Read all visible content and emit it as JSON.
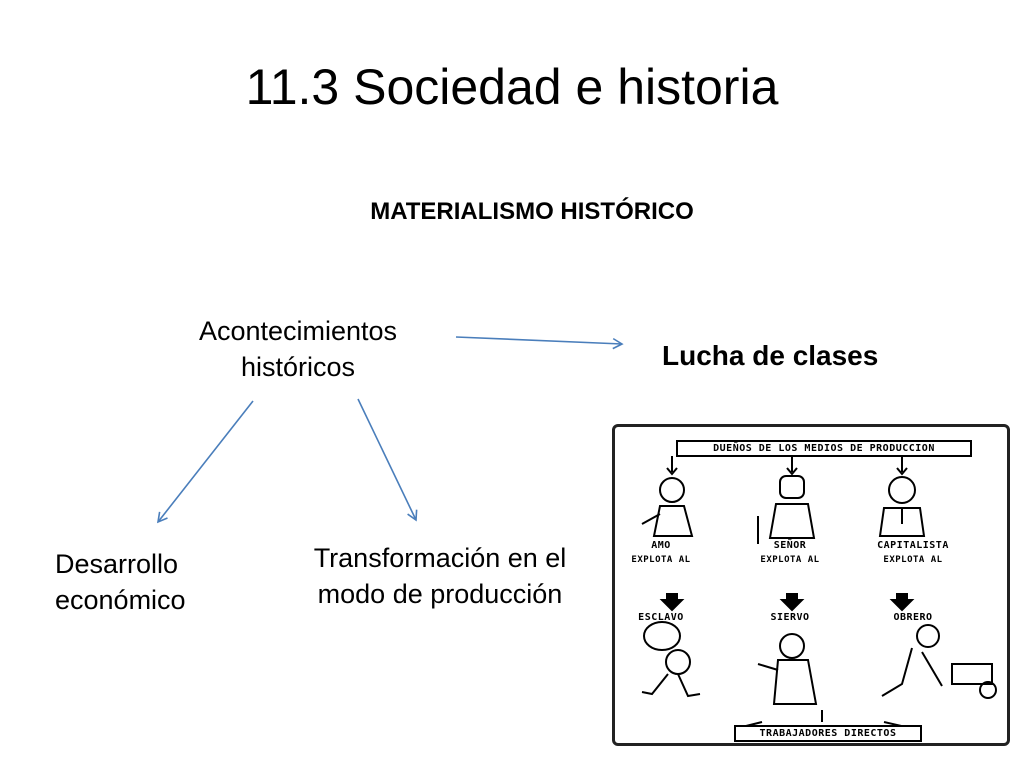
{
  "slide": {
    "title": "11.3 Sociedad e historia",
    "subtitle": "MATERIALISMO HISTÓRICO"
  },
  "diagram": {
    "center": "Acontecimientos históricos",
    "right": "Lucha de clases",
    "left_child": "Desarrollo económico",
    "right_child": "Transformación en el modo de producción"
  },
  "illustration": {
    "top_banner": "DUEÑOS DE LOS MEDIOS DE PRODUCCION",
    "bottom_banner": "TRABAJADORES DIRECTOS",
    "exploit_label": "EXPLOTA AL",
    "pairs": [
      {
        "owner": "AMO",
        "worker": "ESCLAVO"
      },
      {
        "owner": "SEÑOR",
        "worker": "SIERVO"
      },
      {
        "owner": "CAPITALISTA",
        "worker": "OBRERO"
      }
    ]
  },
  "colors": {
    "arrow": "#4a7ebb",
    "text": "#000000"
  }
}
